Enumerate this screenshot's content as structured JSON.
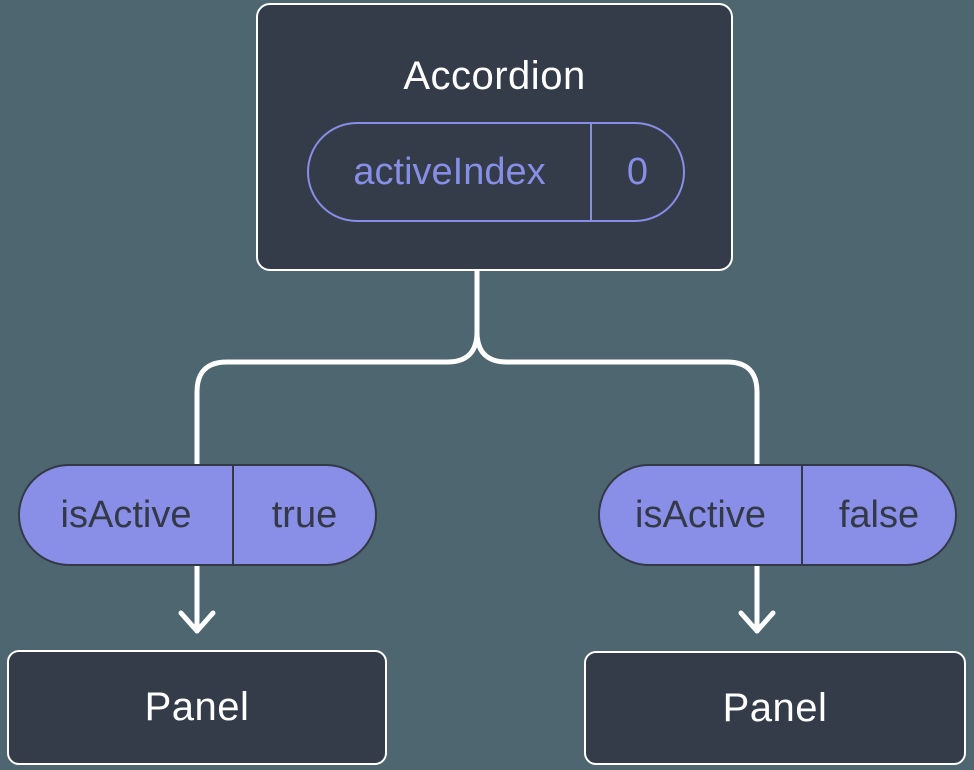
{
  "colors": {
    "background": "#4d6670",
    "node_fill": "#343b49",
    "node_border": "#ffffff",
    "node_text": "#ffffff",
    "connector": "#ffffff",
    "pill_fill": "#898fe7",
    "pill_outline": "#878ee6",
    "pill_dark_text": "#333947"
  },
  "tree": {
    "root": {
      "name": "Accordion",
      "state": {
        "name": "activeIndex",
        "value": "0"
      }
    },
    "children": [
      {
        "prop": {
          "name": "isActive",
          "value": "true"
        },
        "name": "Panel"
      },
      {
        "prop": {
          "name": "isActive",
          "value": "false"
        },
        "name": "Panel"
      }
    ]
  }
}
